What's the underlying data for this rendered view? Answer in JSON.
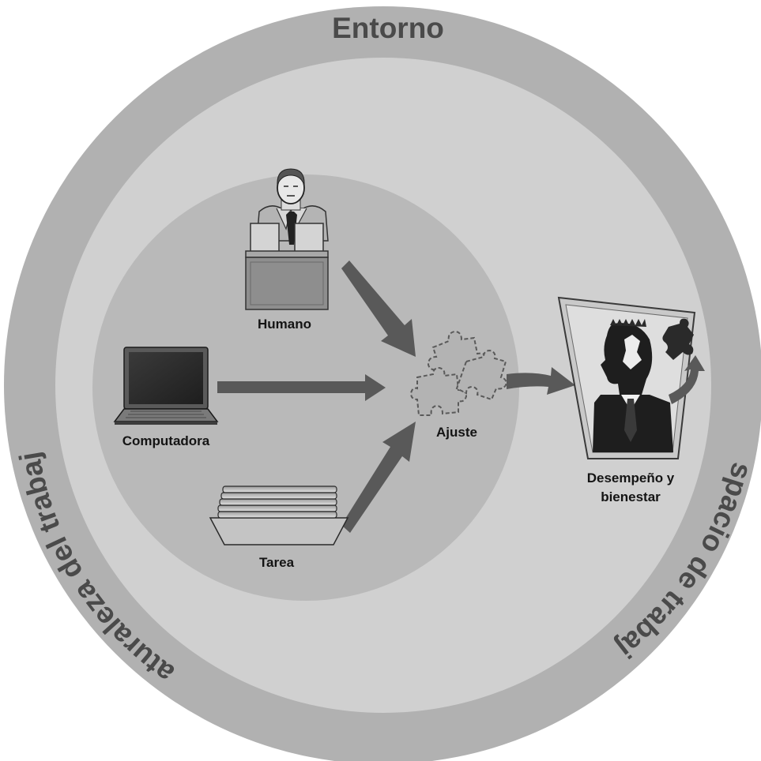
{
  "diagram": {
    "outer_ring": {
      "top_label": "Entorno",
      "left_label": "Naturaleza del trabajo",
      "right_label": "Espacio de trabajo"
    },
    "inputs": [
      {
        "id": "human",
        "label": "Humano",
        "icon": "person-at-desk-icon"
      },
      {
        "id": "computer",
        "label": "Computadora",
        "icon": "laptop-icon"
      },
      {
        "id": "task",
        "label": "Tarea",
        "icon": "stacked-papers-tray-icon"
      }
    ],
    "fit": {
      "label": "Ajuste",
      "icon": "puzzle-pieces-icon"
    },
    "output": {
      "label_line1": "Desempeño y",
      "label_line2": "bienestar",
      "icon": "head-silhouette-with-puzzle-icon"
    },
    "colors": {
      "outer_ring": "#b1b1b1",
      "middle_area": "#d0d0d0",
      "inner_circle": "#b9b9b9",
      "arrow": "#595959",
      "ring_text": "#4a4a4a"
    }
  }
}
